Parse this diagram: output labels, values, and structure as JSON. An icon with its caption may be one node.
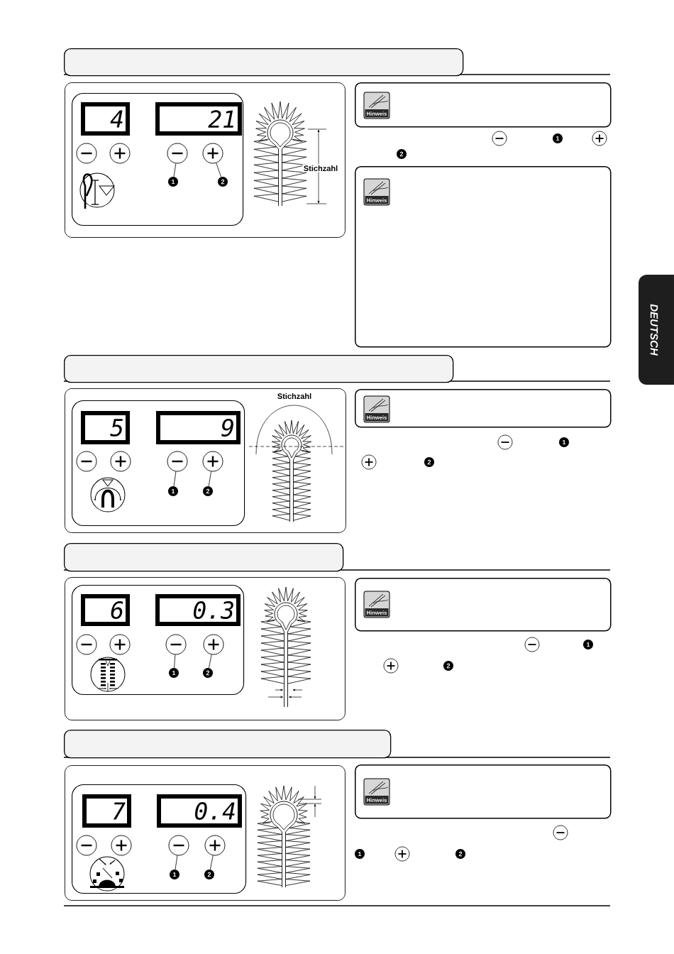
{
  "diagram": {
    "nodes": [
      {
        "text": [],
        "shape": "box"
      },
      {
        "text": [],
        "shape": "box"
      },
      {
        "text": [],
        "shape": "box",
        "in": 1
      },
      {
        "text": [
          "4"
        ],
        "in": 2
      },
      {
        "text": [
          "21"
        ],
        "in": 2
      },
      {
        "text": [],
        "shape": "circle",
        "in": 2
      },
      {
        "text": [],
        "shape": "circle",
        "in": 2
      },
      {
        "text": [],
        "shape": "circle",
        "in": 2
      },
      {
        "text": [],
        "shape": "circle",
        "in": 2
      },
      {
        "text": [
          "1"
        ],
        "in": 2
      },
      {
        "text": [
          "2"
        ],
        "in": 2
      },
      {
        "text": [
          "Hinweis"
        ]
      },
      {
        "text": [
          "1"
        ]
      },
      {
        "text": [
          "2"
        ]
      },
      {
        "text": [
          "Hinweis"
        ]
      },
      {
        "text": [
          "DEUTSCH"
        ]
      },
      {
        "text": [],
        "shape": "box"
      },
      {
        "text": [],
        "shape": "box"
      },
      {
        "text": [],
        "shape": "box",
        "in": 17
      },
      {
        "text": [
          "5"
        ],
        "in": 18
      },
      {
        "text": [
          "9"
        ],
        "in": 18
      },
      {
        "text": [],
        "shape": "circle",
        "in": 18
      },
      {
        "text": [],
        "shape": "circle",
        "in": 18
      },
      {
        "text": [],
        "shape": "circle",
        "in": 18
      },
      {
        "text": [],
        "shape": "circle",
        "in": 18
      },
      {
        "text": [
          "1"
        ],
        "in": 18
      },
      {
        "text": [
          "2"
        ],
        "in": 18
      },
      {
        "text": [
          "Hinweis"
        ]
      },
      {
        "text": [
          "1"
        ]
      },
      {
        "text": [
          "2"
        ]
      },
      {
        "text": [],
        "shape": "box"
      },
      {
        "text": [],
        "shape": "box"
      },
      {
        "text": [],
        "shape": "box",
        "in": 31
      },
      {
        "text": [
          "6"
        ],
        "in": 32
      },
      {
        "text": [
          "0.3"
        ],
        "in": 32
      },
      {
        "text": [],
        "shape": "circle",
        "in": 32
      },
      {
        "text": [],
        "shape": "circle",
        "in": 32
      },
      {
        "text": [],
        "shape": "circle",
        "in": 32
      },
      {
        "text": [],
        "shape": "circle",
        "in": 32
      },
      {
        "text": [
          "1"
        ],
        "in": 32
      },
      {
        "text": [
          "2"
        ],
        "in": 32
      },
      {
        "text": [
          "Hinweis"
        ]
      },
      {
        "text": [
          "1"
        ]
      },
      {
        "text": [
          "2"
        ]
      },
      {
        "text": [],
        "shape": "box"
      },
      {
        "text": [],
        "shape": "box"
      },
      {
        "text": [],
        "shape": "box",
        "in": 45
      },
      {
        "text": [
          "7"
        ],
        "in": 46
      },
      {
        "text": [
          "0.4"
        ],
        "in": 46
      },
      {
        "text": [],
        "shape": "circle",
        "in": 46
      },
      {
        "text": [],
        "shape": "circle",
        "in": 46
      },
      {
        "text": [],
        "shape": "circle",
        "in": 46
      },
      {
        "text": [],
        "shape": "circle",
        "in": 46
      },
      {
        "text": [
          "1"
        ],
        "in": 46
      },
      {
        "text": [
          "2"
        ],
        "in": 46
      },
      {
        "text": [
          "Hinweis"
        ]
      },
      {
        "text": [
          "1"
        ]
      },
      {
        "text": [
          "2"
        ]
      }
    ],
    "edges": [
      {
        "from": 9,
        "to": 7,
        "arrow": "none"
      },
      {
        "from": 10,
        "to": 8,
        "arrow": "none"
      },
      {
        "from": 25,
        "to": 23,
        "arrow": "none"
      },
      {
        "from": 26,
        "to": 24,
        "arrow": "none"
      },
      {
        "from": 39,
        "to": 37,
        "arrow": "none"
      },
      {
        "from": 40,
        "to": 38,
        "arrow": "none"
      },
      {
        "from": 53,
        "to": 51,
        "arrow": "none"
      },
      {
        "from": 54,
        "to": 52,
        "arrow": "none"
      }
    ],
    "labels": [
      "Stichzahl",
      "Stichzahl"
    ]
  }
}
